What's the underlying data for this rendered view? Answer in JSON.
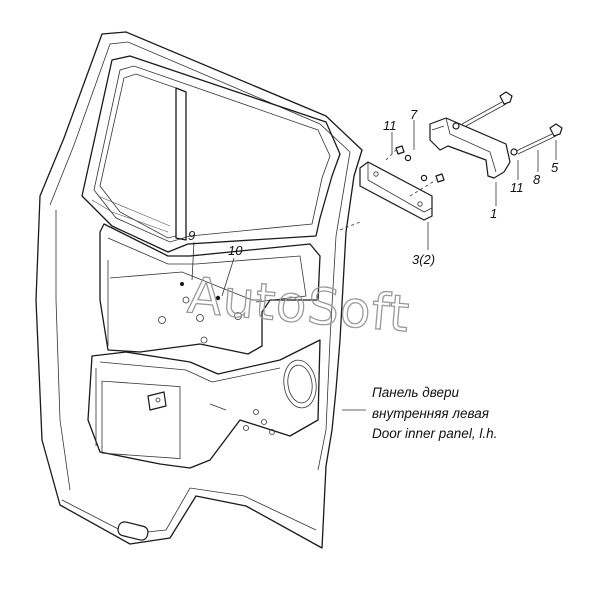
{
  "callouts": [
    {
      "id": "1",
      "label": "1"
    },
    {
      "id": "3",
      "label": "3(2)"
    },
    {
      "id": "5",
      "label": "5"
    },
    {
      "id": "7",
      "label": "7"
    },
    {
      "id": "8",
      "label": "8"
    },
    {
      "id": "9",
      "label": "9"
    },
    {
      "id": "10",
      "label": "10"
    },
    {
      "id": "11a",
      "label": "11"
    },
    {
      "id": "11b",
      "label": "11"
    }
  ],
  "caption": {
    "line1": "Панель двери",
    "line2": "внутренняя левая",
    "line3": "Door inner panel, l.h."
  },
  "watermark": {
    "text": "AutoSoft"
  },
  "colors": {
    "line": "#1a1a1a",
    "watermark": "#9a9a9a",
    "background": "#ffffff"
  }
}
